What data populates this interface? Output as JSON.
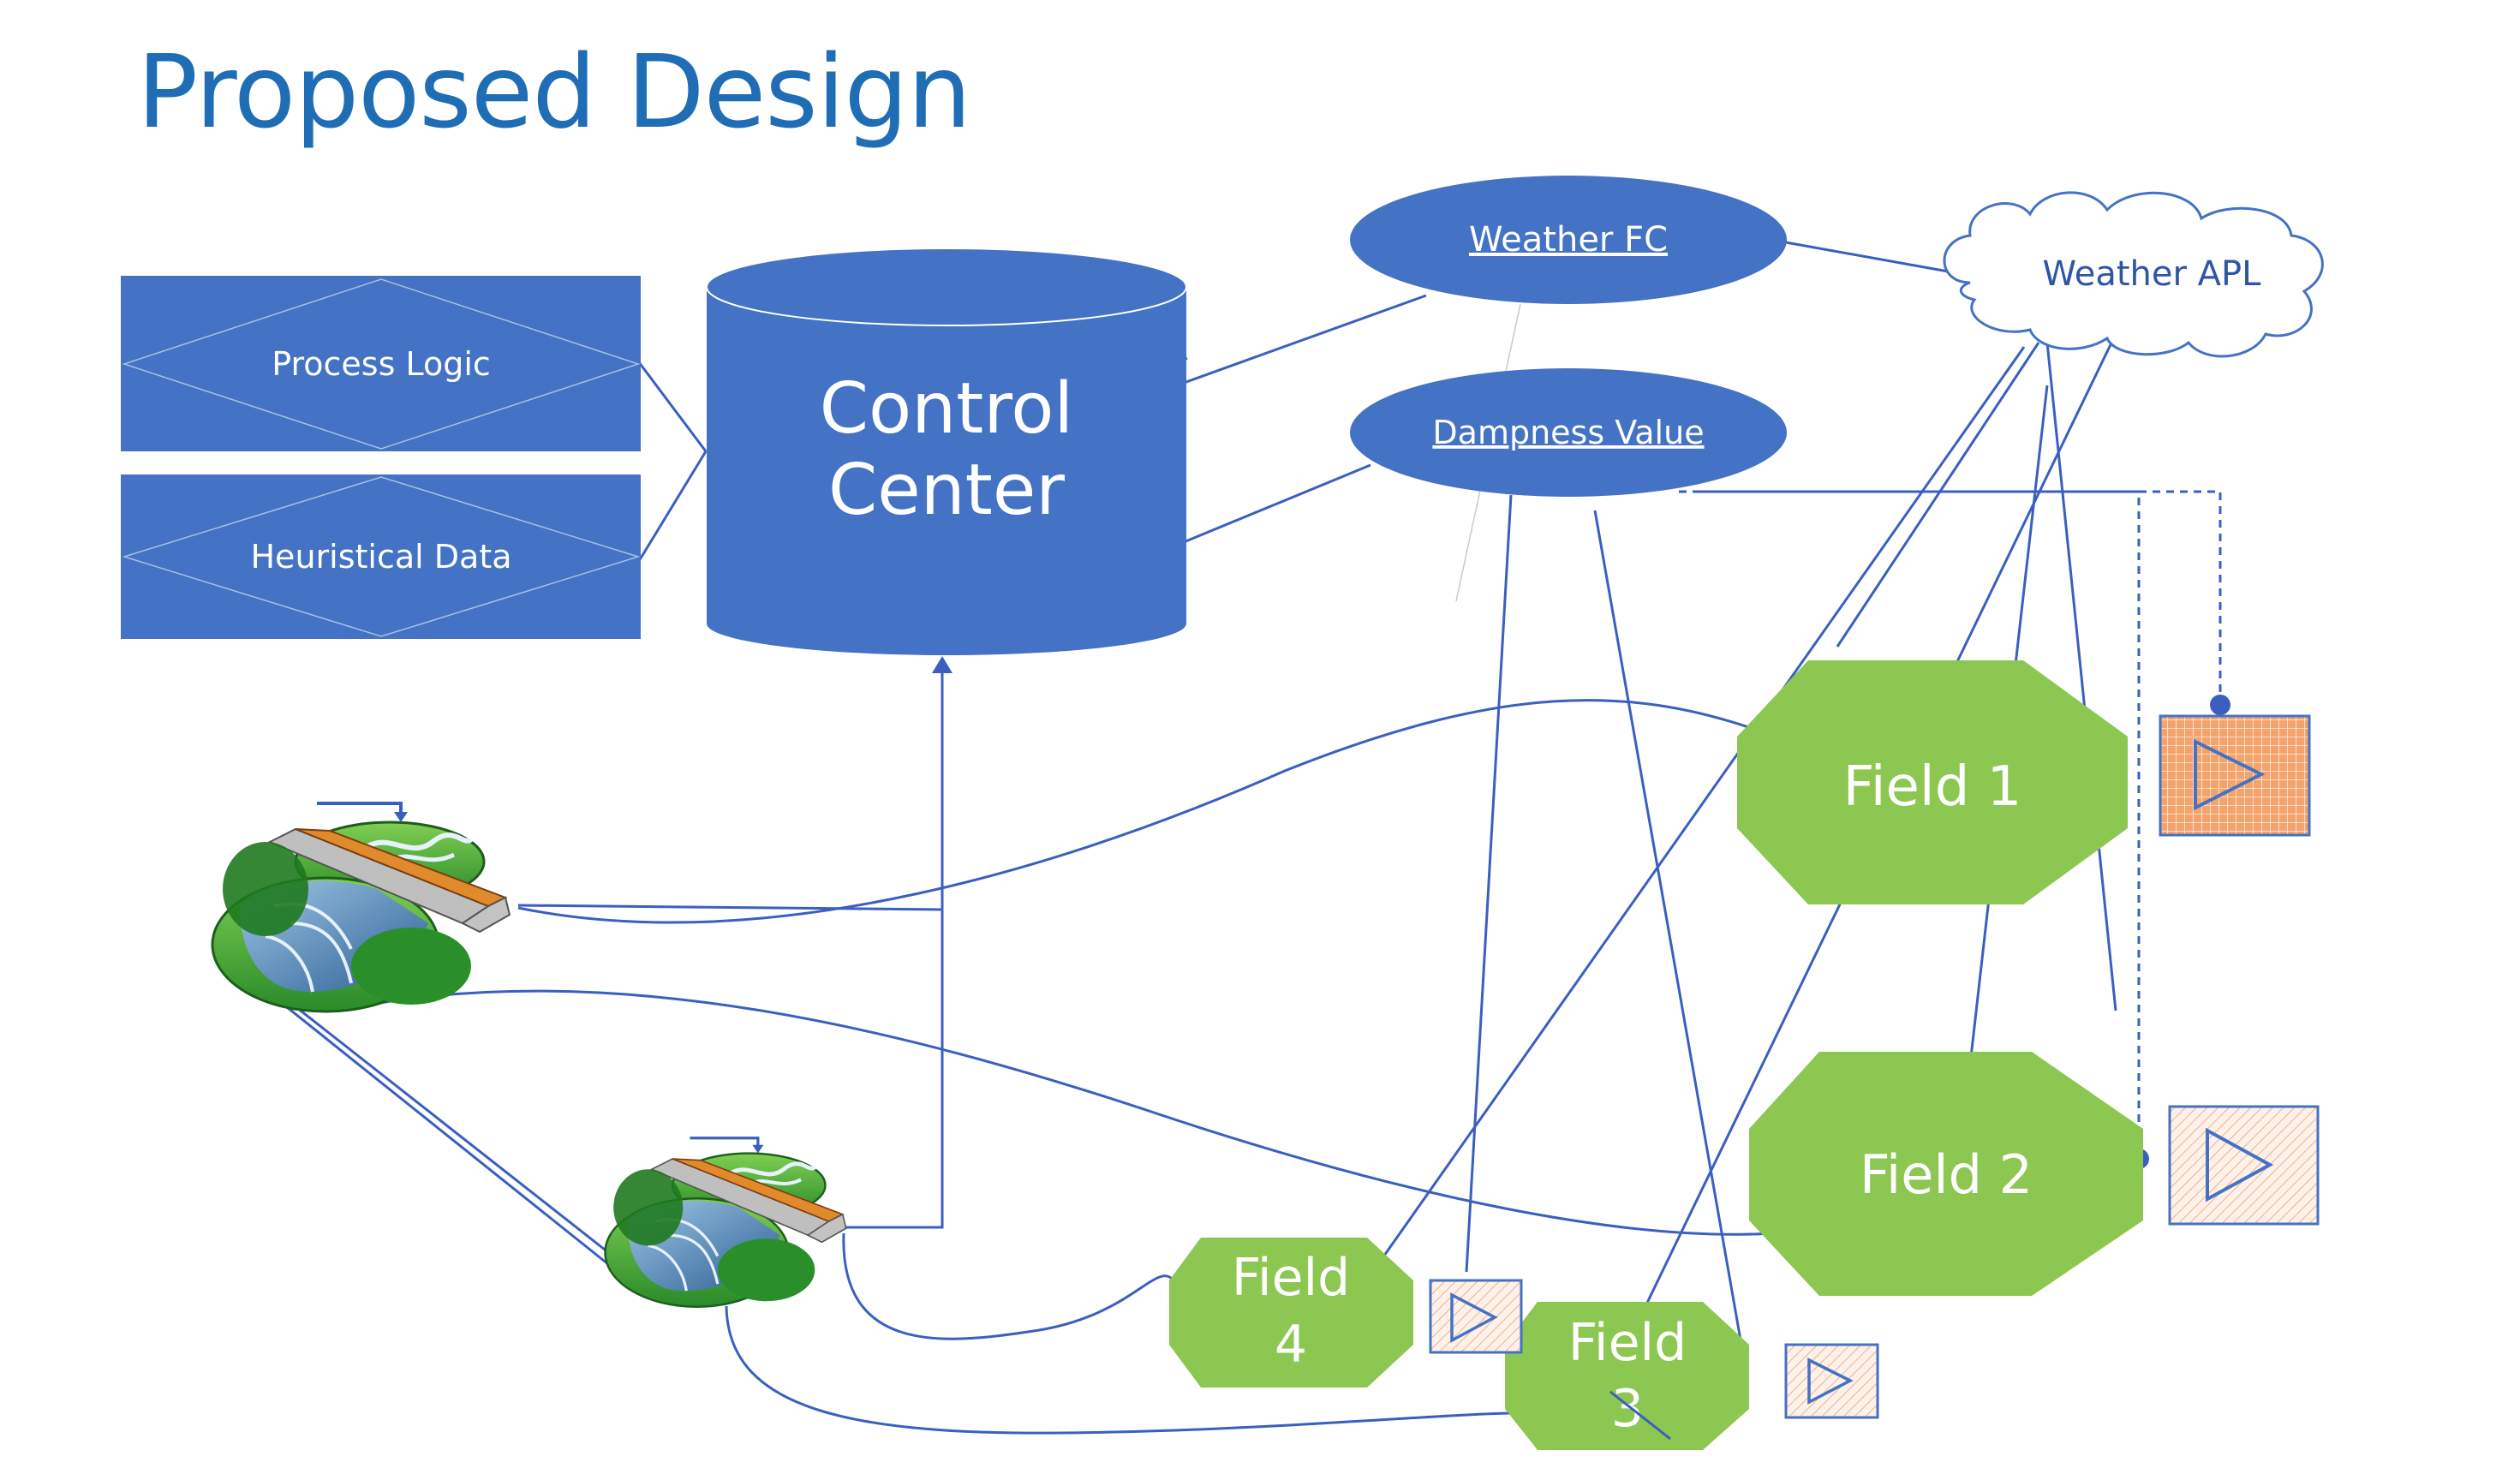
{
  "title": "Proposed Design",
  "nodes": {
    "process_logic": "Process Logic",
    "heuristical_data": "Heuristical Data",
    "control_center_line1": "Control",
    "control_center_line2": "Center",
    "weather_fc": "Weather FC",
    "dampness_value": "Dampness Value",
    "weather_api": "Weather APL",
    "field1": "Field 1",
    "field2": "Field 2",
    "field3_line1": "Field",
    "field3_line2": "3",
    "field4_line1": "Field",
    "field4_line2": "4"
  },
  "icons": {
    "reservoir": "dam-reservoir-icon",
    "sprinkler": "play-triangle-icon"
  },
  "colors": {
    "title": "#1f6db5",
    "box_blue": "#4472c4",
    "field_green": "#8cc751",
    "connector": "#3a5fbf",
    "sprinkler_active": "#f4a46b"
  }
}
